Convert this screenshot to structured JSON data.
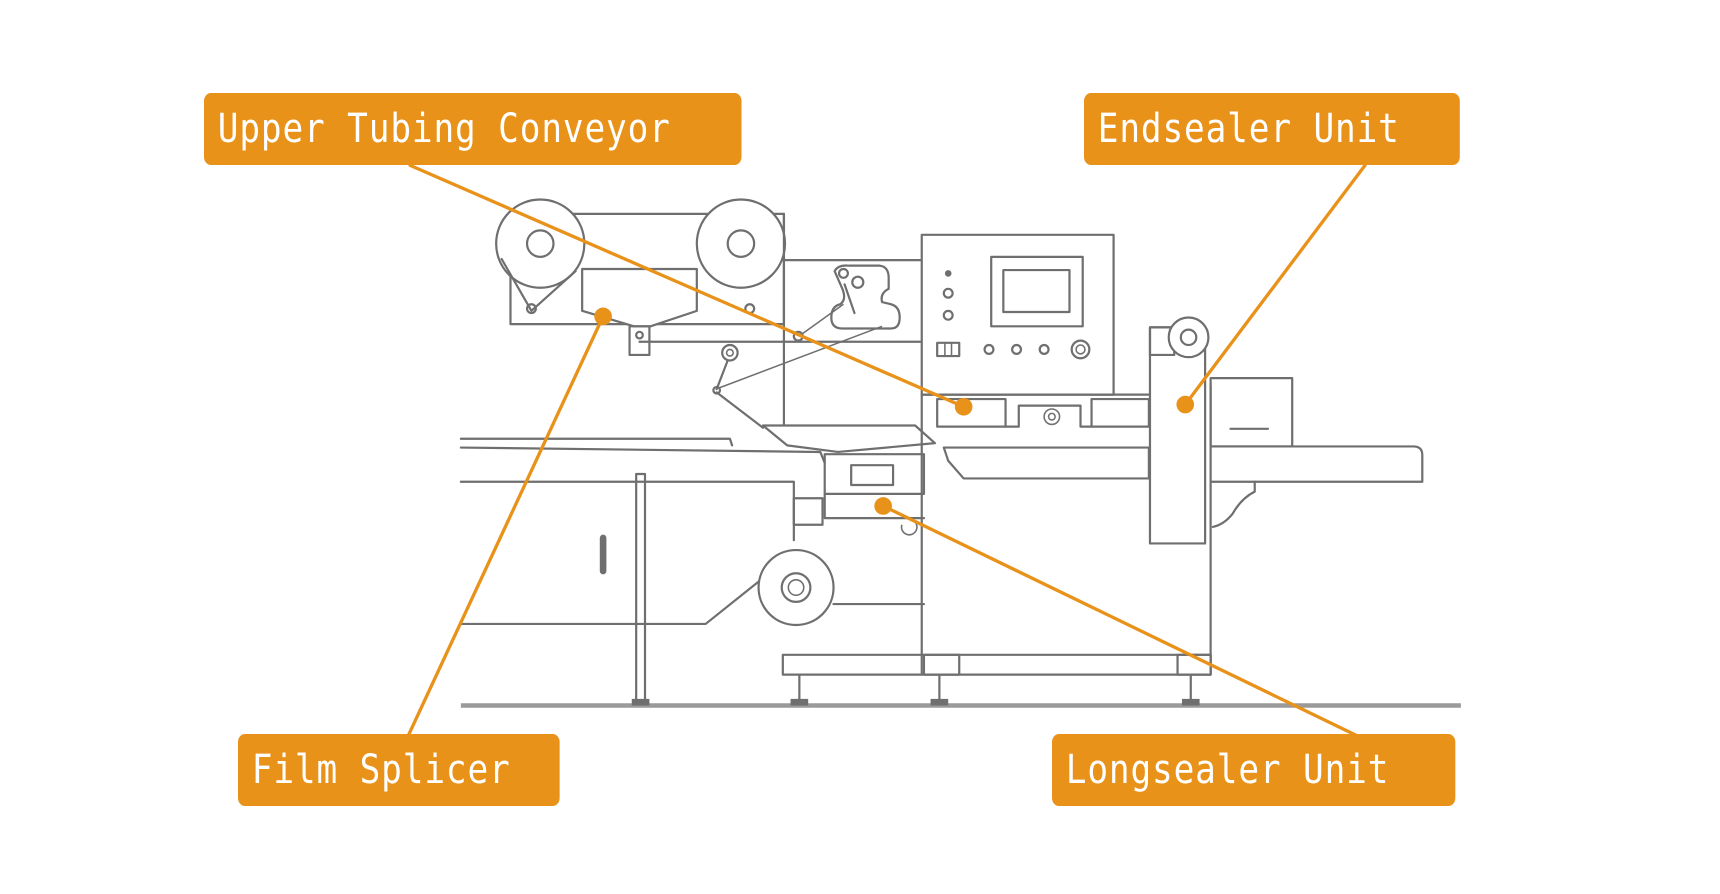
{
  "diagram": {
    "type": "labeled machine illustration",
    "subject": "horizontal flow-wrapper packaging machine",
    "accent_color": "#e8921a",
    "line_color": "#6f6f6f",
    "background_color": "#ffffff",
    "callouts": [
      {
        "id": "upper-tubing-conveyor",
        "label": "Upper Tubing Conveyor",
        "points_to": "tubing / film forming section behind control panel"
      },
      {
        "id": "endsealer-unit",
        "label": "Endsealer Unit",
        "points_to": "vertical end seal column"
      },
      {
        "id": "film-splicer",
        "label": "Film Splicer",
        "points_to": "film roll holder at top left"
      },
      {
        "id": "longsealer-unit",
        "label": "Longsealer Unit",
        "points_to": "long seal unit under former"
      }
    ]
  }
}
